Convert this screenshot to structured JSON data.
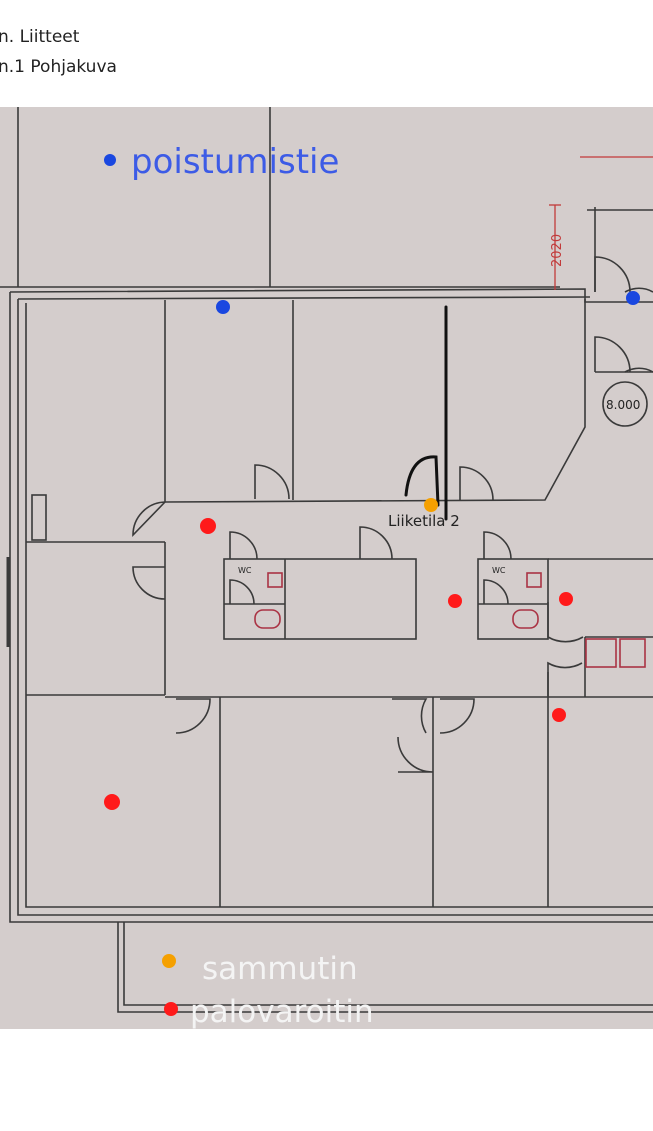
{
  "document": {
    "line1": "n. Liitteet",
    "line2": "n.1 Pohjakuva"
  },
  "floorplan": {
    "room_label": "Liiketila 2",
    "wc_label": "WC",
    "dimension_label": "2020",
    "circle_label": "8.000"
  },
  "legend": {
    "exit": "poistumistie",
    "extinguisher": "sammutin",
    "smoke_detector": "palovaroitin"
  },
  "colors": {
    "exit": "#1a47e0",
    "extinguisher": "#f5a000",
    "smoke_detector": "#ff1a1a",
    "paper": "#d4cdcc",
    "wall": "#3a3a3a",
    "annotation_red": "#c23a3a"
  }
}
